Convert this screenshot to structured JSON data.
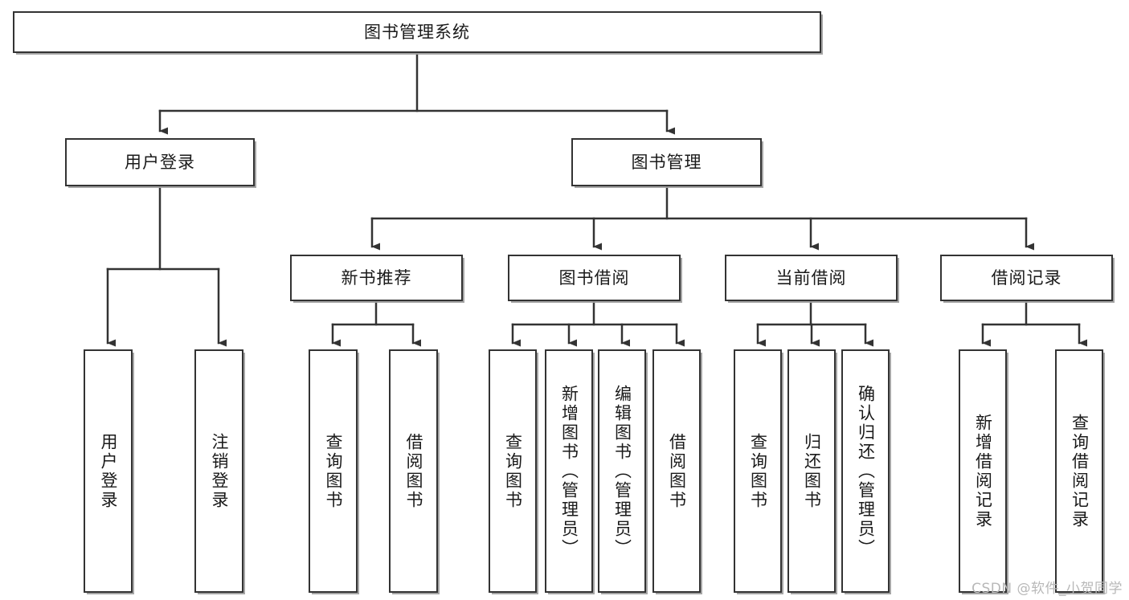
{
  "diagram": {
    "title": "图书管理系统",
    "type": "tree",
    "watermark": "CSDN @软件_小贺同学",
    "colors": {
      "border": "#333333",
      "shadow": "#a0a0a0",
      "background": "#ffffff",
      "text": "#1a1a1a",
      "watermark": "#b8b8b8"
    },
    "root": {
      "label": "图书管理系统",
      "orientation": "horizontal"
    },
    "level2": [
      {
        "label": "用户登录",
        "orientation": "horizontal"
      },
      {
        "label": "图书管理",
        "orientation": "horizontal"
      }
    ],
    "level3": [
      {
        "label": "新书推荐",
        "orientation": "horizontal"
      },
      {
        "label": "图书借阅",
        "orientation": "horizontal"
      },
      {
        "label": "当前借阅",
        "orientation": "horizontal"
      },
      {
        "label": "借阅记录",
        "orientation": "horizontal"
      }
    ],
    "leaves": {
      "user_login": [
        {
          "label": "用户登录",
          "orientation": "vertical"
        },
        {
          "label": "注销登录",
          "orientation": "vertical"
        }
      ],
      "new_book_recommend": [
        {
          "label": "查询图书",
          "orientation": "vertical"
        },
        {
          "label": "借阅图书",
          "orientation": "vertical"
        }
      ],
      "book_borrow": [
        {
          "label": "查询图书",
          "orientation": "vertical"
        },
        {
          "label": "新增图书（管理员）",
          "orientation": "vertical"
        },
        {
          "label": "编辑图书（管理员）",
          "orientation": "vertical"
        },
        {
          "label": "借阅图书",
          "orientation": "vertical"
        }
      ],
      "current_borrow": [
        {
          "label": "查询图书",
          "orientation": "vertical"
        },
        {
          "label": "归还图书",
          "orientation": "vertical"
        },
        {
          "label": "确认归还（管理员）",
          "orientation": "vertical"
        }
      ],
      "borrow_record": [
        {
          "label": "新增借阅记录",
          "orientation": "vertical"
        },
        {
          "label": "查询借阅记录",
          "orientation": "vertical"
        }
      ]
    }
  }
}
